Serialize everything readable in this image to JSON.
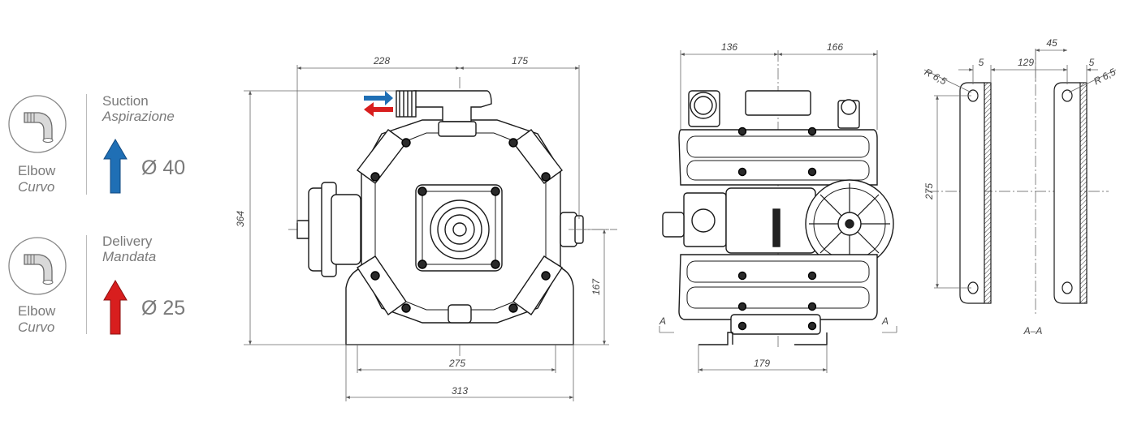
{
  "legend": {
    "suction": {
      "label": "Suction",
      "label_it": "Aspirazione",
      "fitting": "Elbow",
      "fitting_it": "Curvo",
      "diameter": "Ø 40",
      "arrow_color": "#1f6fb5"
    },
    "delivery": {
      "label": "Delivery",
      "label_it": "Mandata",
      "fitting": "Elbow",
      "fitting_it": "Curvo",
      "diameter": "Ø 25",
      "arrow_color": "#d81e1e"
    }
  },
  "front_view": {
    "dim_228": "228",
    "dim_175": "175",
    "dim_364": "364",
    "dim_167": "167",
    "dim_275": "275",
    "dim_313": "313"
  },
  "side_view": {
    "dim_136": "136",
    "dim_166": "166",
    "dim_179": "179",
    "section_mark": "A"
  },
  "section_view": {
    "dim_45": "45",
    "dim_129": "129",
    "dim_5_left": "5",
    "dim_5_right": "5",
    "radius_left": "R 6,5",
    "radius_right": "R 6,5",
    "dim_275": "275",
    "caption": "A–A"
  },
  "colors": {
    "line": "#1a1a1a",
    "dim": "#666666",
    "text": "#7a7a7a"
  }
}
